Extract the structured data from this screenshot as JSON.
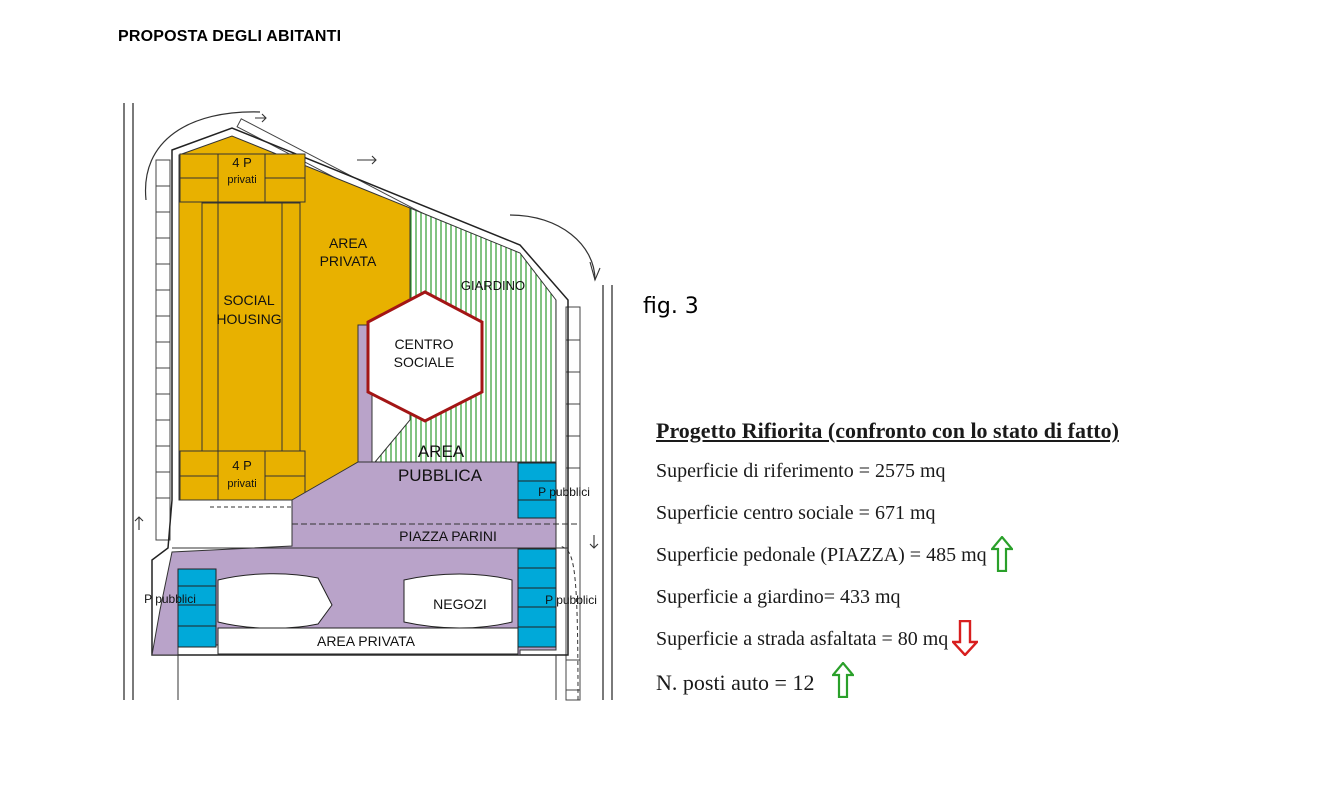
{
  "page": {
    "title": "PROPOSTA DEGLI ABITANTI",
    "figure_label": "fig. 3"
  },
  "plan_labels": {
    "parking_top": [
      "4 P",
      "privati"
    ],
    "parking_bottom": [
      "4 P",
      "privati"
    ],
    "area_privata_top": [
      "AREA",
      "PRIVATA"
    ],
    "social_housing": [
      "SOCIAL",
      "HOUSING"
    ],
    "giardino": "GIARDINO",
    "centro_sociale": [
      "CENTRO",
      "SOCIALE"
    ],
    "area_pubblica": [
      "AREA",
      "PUBBLICA"
    ],
    "p_pubblici_right_upper": "P pubblici",
    "piazza_parini": "PIAZZA PARINI",
    "p_pubblici_left": "P pubblici",
    "negozi": "NEGOZI",
    "p_pubblici_right_lower": "P pubblici",
    "area_privata_bottom": "AREA PRIVATA"
  },
  "colors": {
    "private_area": "#e8b100",
    "public_area": "#b9a3c9",
    "garden_hatch": "#2e9e2e",
    "parking": "#00a9d9",
    "centro_outline": "#a31515",
    "arrow_up": "#2aa02a",
    "arrow_down": "#d81e1e"
  },
  "stats": {
    "heading": "Progetto Rifiorita (confronto con lo stato di fatto)",
    "rows": [
      {
        "text": "Superficie di riferimento = 2575 mq",
        "trend": "none"
      },
      {
        "text": "Superficie centro sociale = 671 mq",
        "trend": "none"
      },
      {
        "text": "Superficie pedonale (PIAZZA) = 485 mq",
        "trend": "up"
      },
      {
        "text": "Superficie a giardino= 433 mq",
        "trend": "none"
      },
      {
        "text": "Superficie a strada asfaltata = 80 mq",
        "trend": "down"
      },
      {
        "text": "N. posti auto = 12",
        "trend": "up"
      }
    ]
  }
}
